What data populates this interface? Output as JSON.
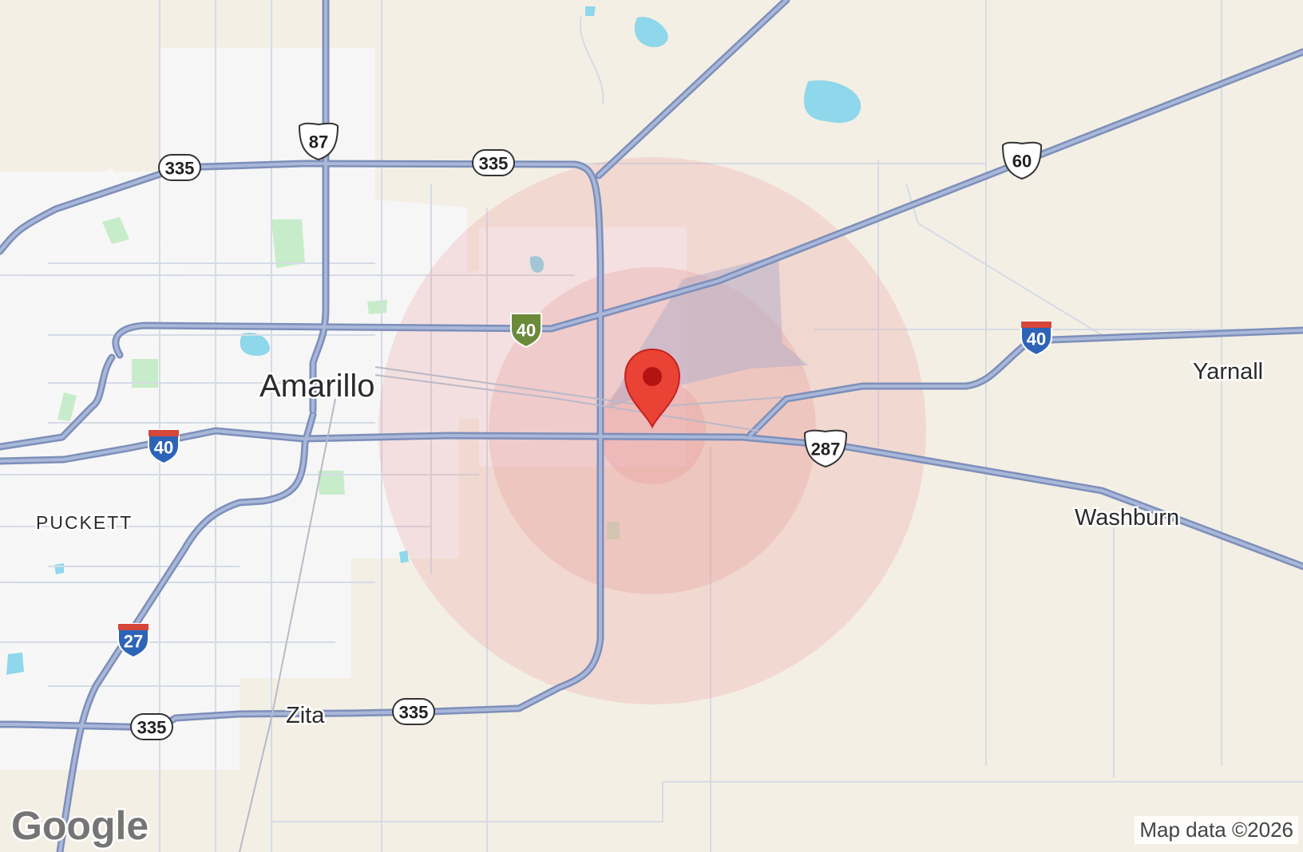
{
  "map": {
    "places": {
      "amarillo": "Amarillo",
      "puckett": "PUCKETT",
      "yarnall": "Yarnall",
      "washburn": "Washburn",
      "zita": "Zita"
    },
    "shields": {
      "us87": "87",
      "loop335_w": "335",
      "loop335_n": "335",
      "loop335_sw": "335",
      "loop335_s": "335",
      "i40_w": "40",
      "i40_e": "40",
      "i40_business": "40",
      "i27": "27",
      "us60": "60",
      "us287": "287"
    },
    "logo": "Google",
    "attribution": "Map data ©2026",
    "colors": {
      "land": "#f4efe4",
      "urban": "#f7f7f7",
      "highway": "#8f9fc6",
      "water": "#8fd7ea",
      "park": "#c7ecc9",
      "radius_fill": "#e88b8b",
      "marker": "#ea4335",
      "interstate_blue": "#2e64b7",
      "interstate_red": "#d7463a",
      "business_green": "#6b8a3a"
    },
    "marker_icon": "map-pin-icon"
  }
}
